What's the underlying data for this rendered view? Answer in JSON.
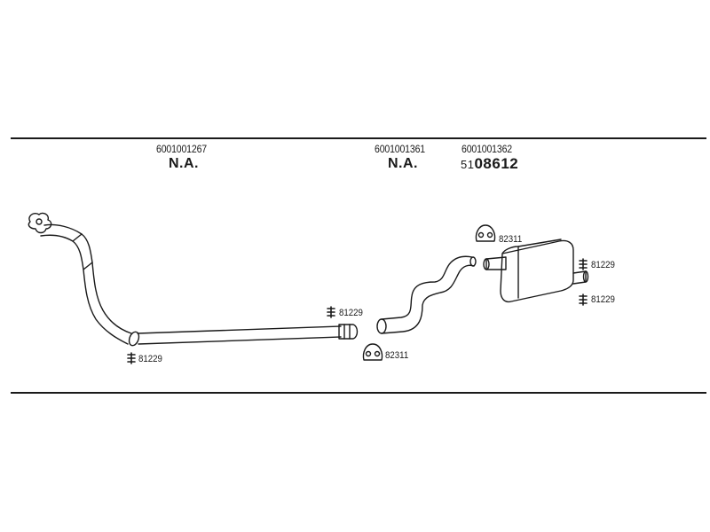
{
  "header": {
    "col1": {
      "part_number": "6001001267",
      "label": "N.A."
    },
    "col2": {
      "part_number": "6001001361",
      "label": "N.A."
    },
    "col3": {
      "part_number": "6001001362",
      "code_prefix": "51",
      "code_main": "08612"
    }
  },
  "callouts": {
    "front_pipe_clamp": "81229",
    "front_pipe_end_clamp": "81229",
    "mid_pipe_strap": "82311",
    "muffler_strap": "82311",
    "muffler_clamp_top": "81229",
    "muffler_clamp_bottom": "81229"
  },
  "colors": {
    "line": "#1a1a1a",
    "fill": "#ffffff"
  }
}
